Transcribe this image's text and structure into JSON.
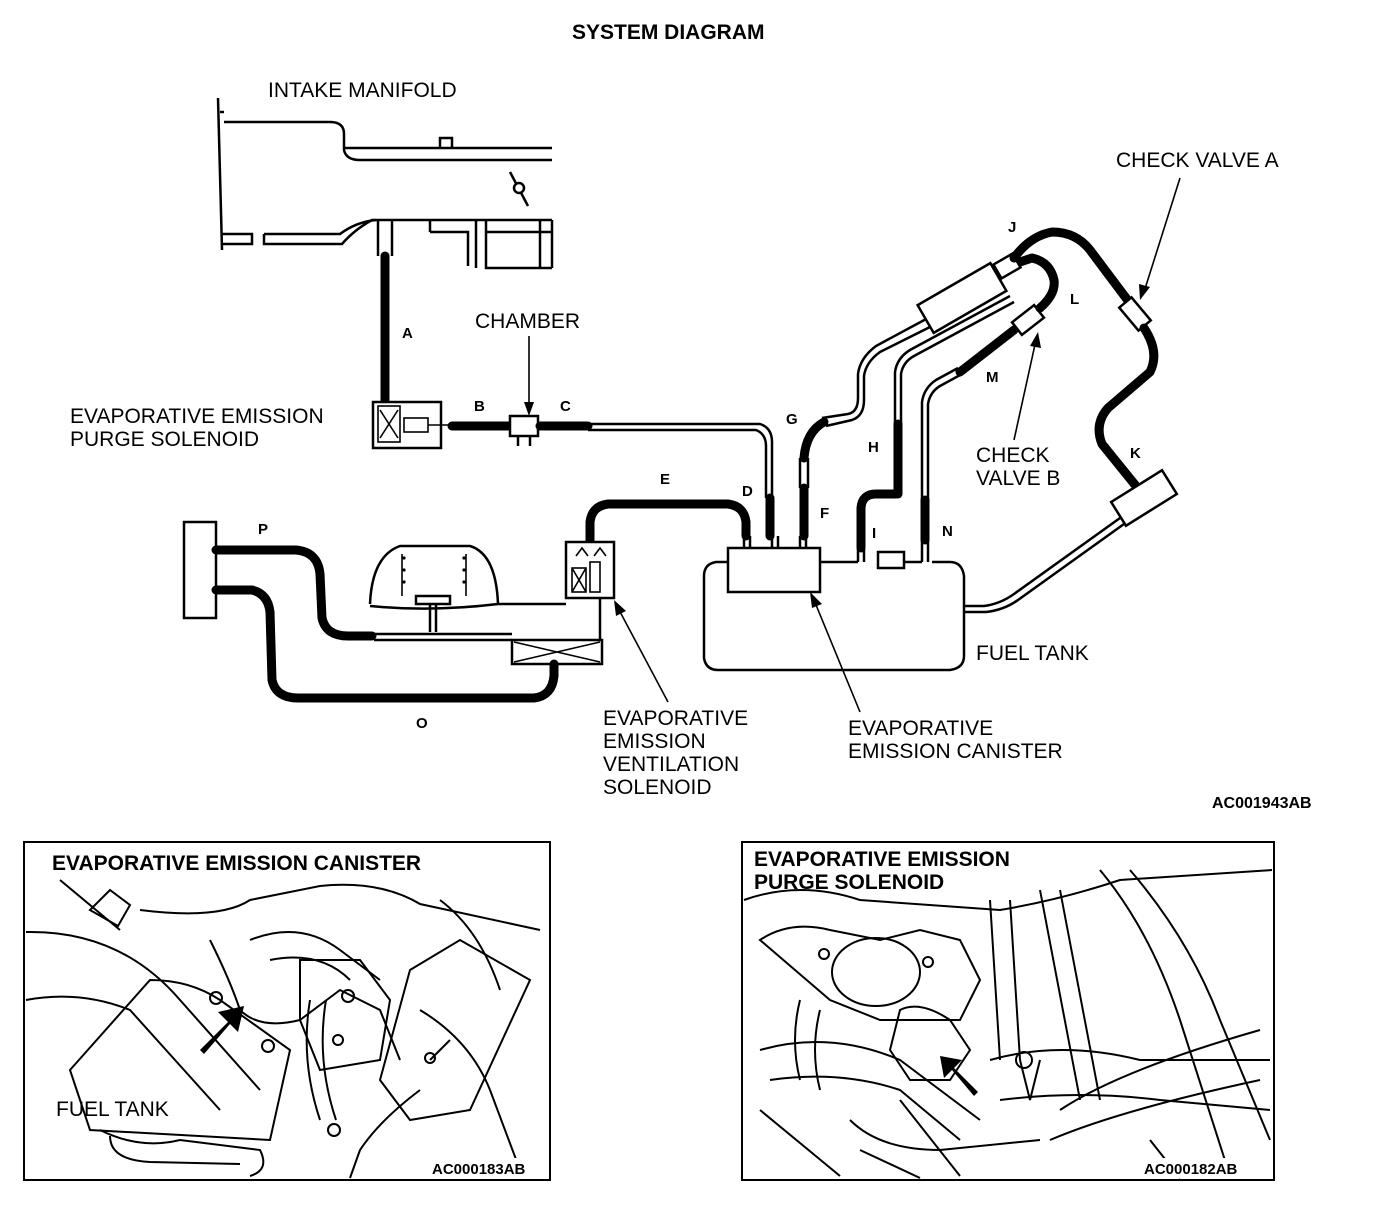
{
  "system_diagram": {
    "title": "SYSTEM DIAGRAM",
    "labels": {
      "intake_manifold": "INTAKE MANIFOLD",
      "chamber": "CHAMBER",
      "check_valve_a": "CHECK VALVE A",
      "check_valve_b_line1": "CHECK",
      "check_valve_b_line2": "VALVE B",
      "purge_solenoid_line1": "EVAPORATIVE EMISSION",
      "purge_solenoid_line2": "PURGE SOLENOID",
      "fuel_tank": "FUEL TANK",
      "ventilation_line1": "EVAPORATIVE",
      "ventilation_line2": "EMISSION",
      "ventilation_line3": "VENTILATION",
      "ventilation_line4": "SOLENOID",
      "canister_line1": "EVAPORATIVE",
      "canister_line2": "EMISSION CANISTER"
    },
    "hose_letters": {
      "A": "A",
      "B": "B",
      "C": "C",
      "D": "D",
      "E": "E",
      "F": "F",
      "G": "G",
      "H": "H",
      "I": "I",
      "J": "J",
      "K": "K",
      "L": "L",
      "M": "M",
      "N": "N",
      "O": "O",
      "P": "P"
    },
    "figure_code": "AC001943AB"
  },
  "canister_photo": {
    "title": "EVAPORATIVE EMISSION CANISTER",
    "label": "FUEL TANK",
    "figure_code": "AC000183AB"
  },
  "purge_photo": {
    "title_line1": "EVAPORATIVE EMISSION",
    "title_line2": "PURGE SOLENOID",
    "figure_code": "AC000182AB"
  }
}
